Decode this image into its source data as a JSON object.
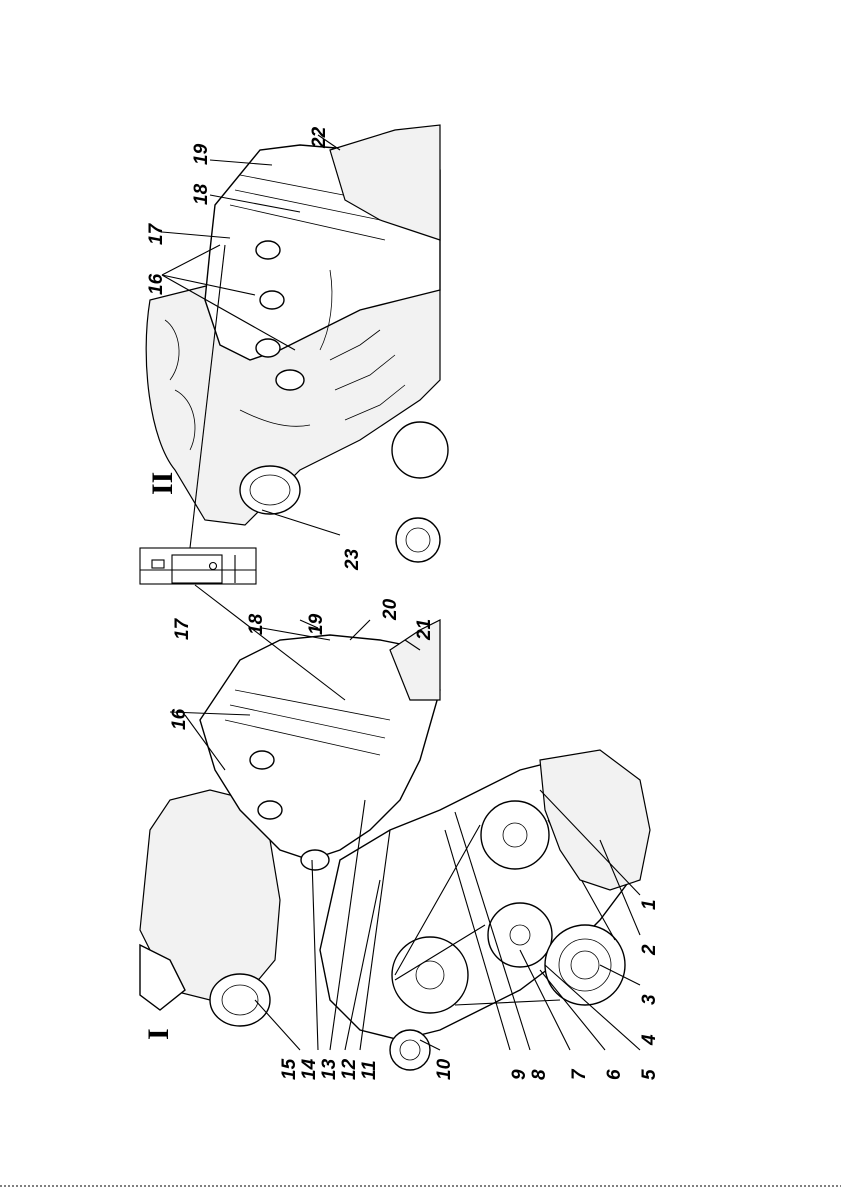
{
  "views": [
    {
      "id": "view-1",
      "roman": "I",
      "labels": [
        "1",
        "2",
        "3",
        "4",
        "5",
        "6",
        "7",
        "8",
        "9",
        "10",
        "11",
        "12",
        "13",
        "14",
        "15",
        "16",
        "17",
        "18",
        "19",
        "20",
        "21"
      ]
    },
    {
      "id": "view-2",
      "roman": "II",
      "labels": [
        "16",
        "17",
        "18",
        "19",
        "22",
        "23"
      ]
    }
  ]
}
